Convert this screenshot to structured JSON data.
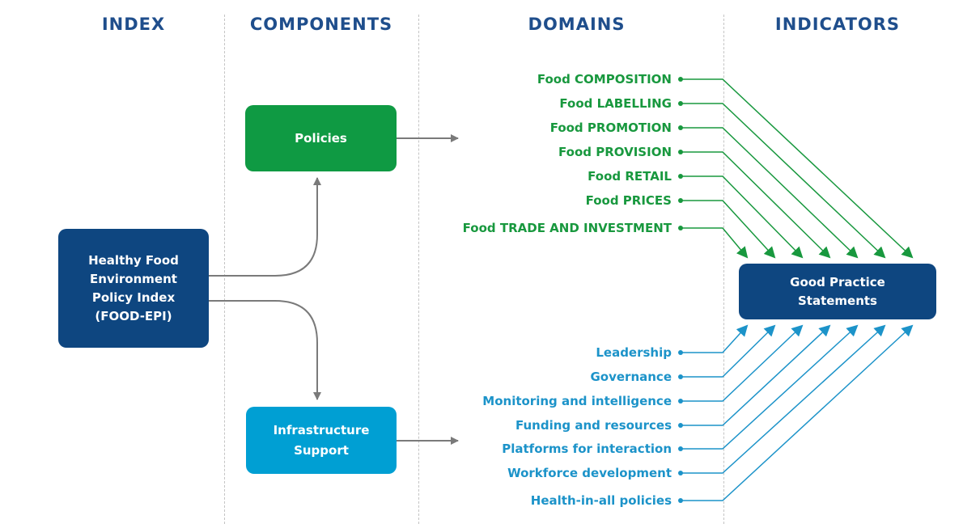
{
  "columns": {
    "index": "INDEX",
    "components": "COMPONENTS",
    "domains": "DOMAINS",
    "indicators": "INDICATORS"
  },
  "index_box": {
    "label": "Healthy Food\nEnvironment\nPolicy Index\n(FOOD-EPI)"
  },
  "components": {
    "policies": "Policies",
    "infrastructure": "Infrastructure\nSupport"
  },
  "indicator_box": {
    "label": "Good Practice\nStatements"
  },
  "domains": {
    "policies": [
      "Food COMPOSITION",
      "Food LABELLING",
      "Food PROMOTION",
      "Food PROVISION",
      "Food RETAIL",
      "Food PRICES",
      "Food TRADE AND INVESTMENT"
    ],
    "infrastructure": [
      "Leadership",
      "Governance",
      "Monitoring and intelligence",
      "Funding and resources",
      "Platforms for interaction",
      "Workforce development",
      "Health-in-all policies"
    ]
  },
  "colors": {
    "navy": "#0e4680",
    "green": "#0f9a43",
    "blue": "#009fd3",
    "gray_arrow": "#7a7a7a"
  }
}
